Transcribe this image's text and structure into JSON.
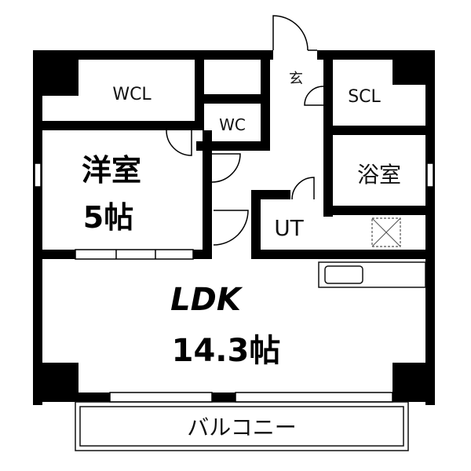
{
  "rooms": {
    "wcl": "WCL",
    "wc": "WC",
    "genkan": "玄",
    "scl": "SCL",
    "bedroom_name": "洋室",
    "bedroom_size": "5帖",
    "bath": "浴室",
    "ut": "UT",
    "ldk_name": "LDK",
    "ldk_size": "14.3帖",
    "balcony": "バルコニー"
  },
  "colors": {
    "wall": "#000000",
    "line": "#111111",
    "hatch": "#555555",
    "background": "#ffffff"
  }
}
